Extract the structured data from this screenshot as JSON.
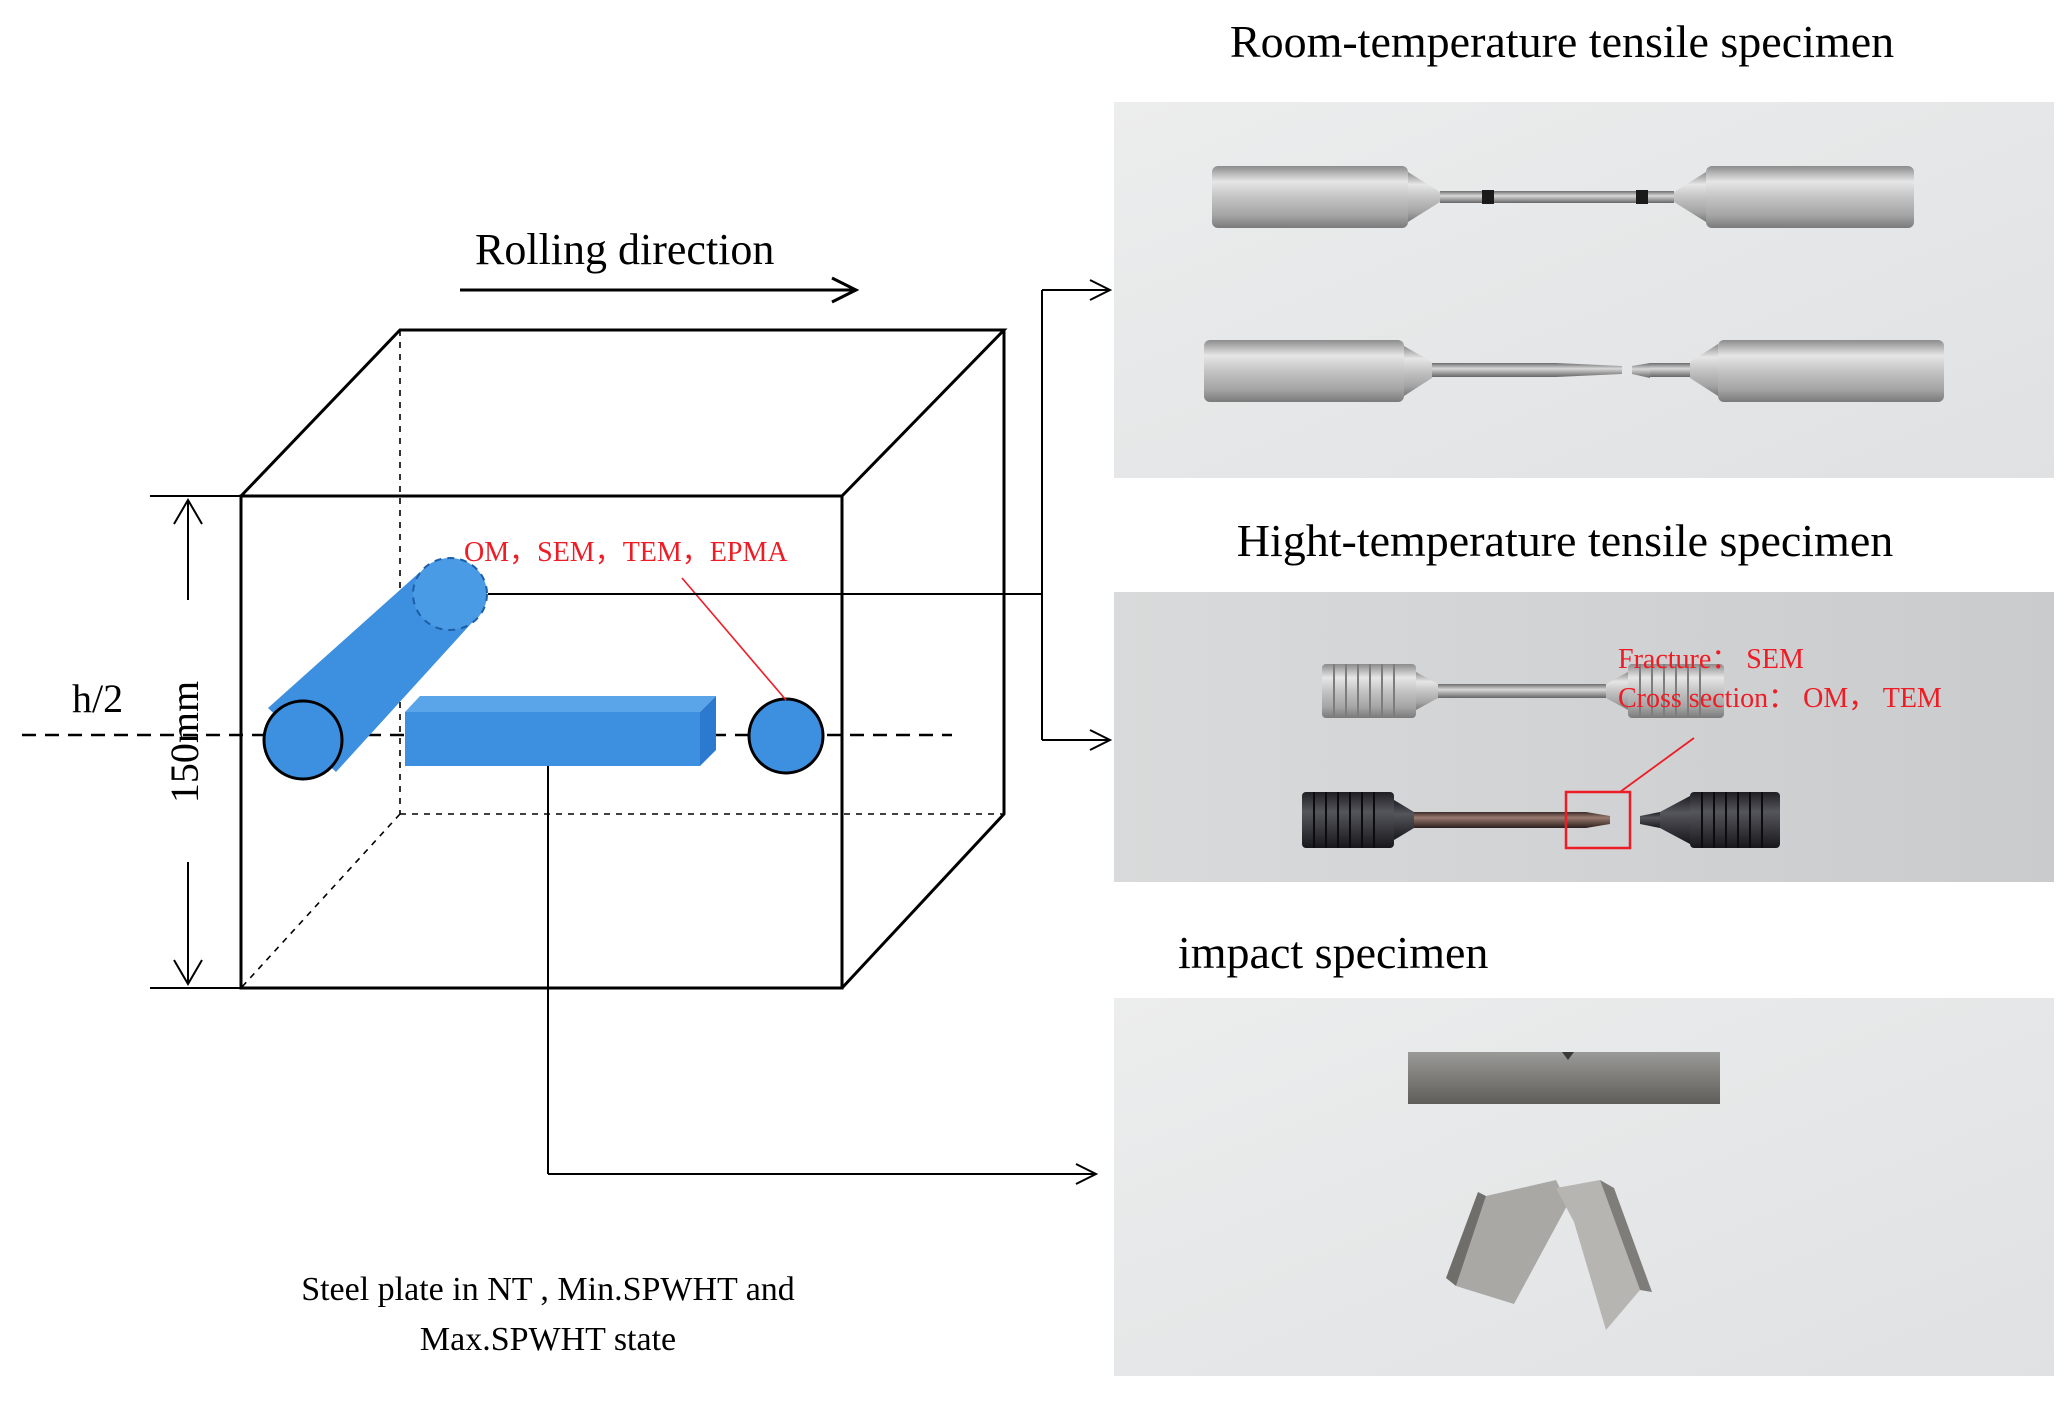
{
  "diagram": {
    "rolling_label": "Rolling direction",
    "mid_label": "h/2",
    "thickness_label": "150mm",
    "sample_methods_label": "OM，SEM，TEM，EPMA",
    "caption_line1": "Steel plate in NT , Min.SPWHT and",
    "caption_line2": "Max.SPWHT state"
  },
  "specimens": {
    "room_title": "Room-temperature tensile specimen",
    "high_title": "Hight-temperature tensile specimen",
    "high_fracture_label": "Fracture： SEM",
    "high_cross_label": "Cross section： OM， TEM",
    "impact_title": "impact specimen"
  },
  "colors": {
    "sample_blue": "#3d8fe0",
    "annotation_red": "#ee1c25",
    "photo_bg": "#e8e9ea",
    "photo_bg_dark": "#d4d6d8"
  }
}
